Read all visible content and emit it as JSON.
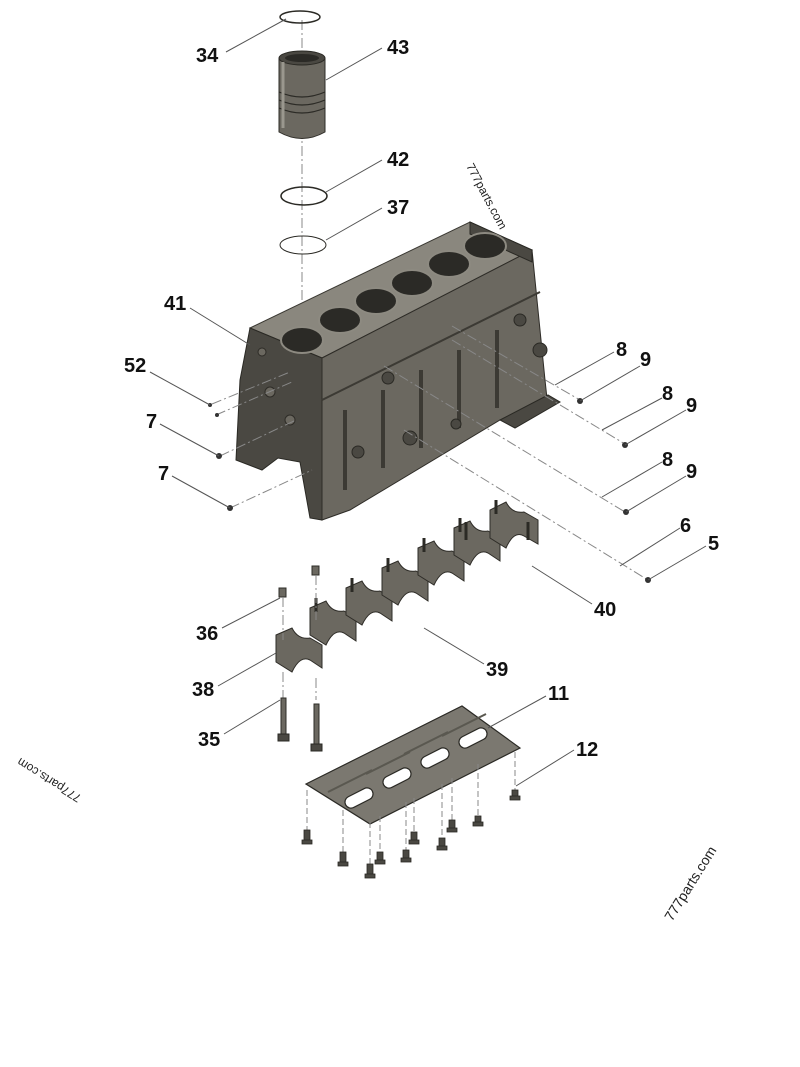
{
  "callouts": {
    "c34": "34",
    "c43": "43",
    "c42": "42",
    "c37": "37",
    "c41": "41",
    "c52": "52",
    "c7a": "7",
    "c7b": "7",
    "c8a": "8",
    "c9a": "9",
    "c8b": "8",
    "c9b": "9",
    "c8c": "8",
    "c9c": "9",
    "c6": "6",
    "c5": "5",
    "c40": "40",
    "c36": "36",
    "c39": "39",
    "c38": "38",
    "c35": "35",
    "c11": "11",
    "c12": "12"
  },
  "watermarks": {
    "top": "777parts.com",
    "left": "777parts.com",
    "bottom_right": "777parts.com"
  }
}
